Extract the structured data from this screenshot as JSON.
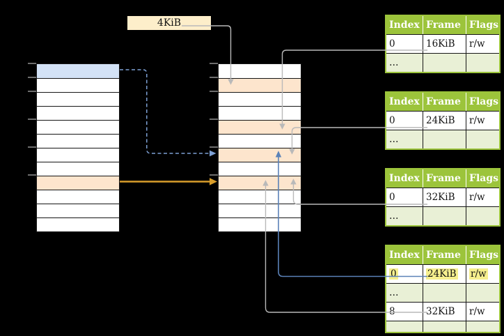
{
  "colors": {
    "bg": "#000000",
    "green": "#9cc43b",
    "green-light": "#e9f0d6",
    "row-blue": "#d3e2f6",
    "row-orange": "#fde5cd",
    "box-cream": "#fdeeca",
    "hl-yellow": "#f6ef8e",
    "arrow-gray": "#b9b9b9",
    "arrow-blue": "#5b82b8",
    "arrow-blue-dashed": "#7da0d4",
    "arrow-orange": "#d99e2b"
  },
  "page_size_box": {
    "label": "4KiB"
  },
  "memory_tables": {
    "left": {
      "row_fills": [
        "blue",
        "white",
        "white",
        "white",
        "white",
        "white",
        "white",
        "white",
        "orange",
        "white",
        "white",
        "white"
      ]
    },
    "middle": {
      "row_fills": [
        "white",
        "orange",
        "white",
        "white",
        "orange",
        "white",
        "orange",
        "white",
        "orange",
        "white",
        "white",
        "white"
      ]
    }
  },
  "frame_tables": [
    {
      "headers": [
        "Index",
        "Frame",
        "Flags"
      ],
      "rows": [
        [
          "0",
          "16KiB",
          "r/w"
        ],
        [
          "…",
          "",
          ""
        ]
      ],
      "row_fills": [
        "plain",
        "dots"
      ],
      "highlight_row": null
    },
    {
      "headers": [
        "Index",
        "Frame",
        "Flags"
      ],
      "rows": [
        [
          "0",
          "24KiB",
          "r/w"
        ],
        [
          "…",
          "",
          ""
        ]
      ],
      "row_fills": [
        "plain",
        "dots"
      ],
      "highlight_row": null
    },
    {
      "headers": [
        "Index",
        "Frame",
        "Flags"
      ],
      "rows": [
        [
          "0",
          "32KiB",
          "r/w"
        ],
        [
          "…",
          "",
          ""
        ]
      ],
      "row_fills": [
        "plain",
        "dots"
      ],
      "highlight_row": null
    },
    {
      "headers": [
        "Index",
        "Frame",
        "Flags"
      ],
      "rows": [
        [
          "0",
          "24KiB",
          "r/w"
        ],
        [
          "…",
          "",
          ""
        ],
        [
          "8",
          "32KiB",
          "r/w"
        ],
        [
          "…",
          "",
          ""
        ]
      ],
      "row_fills": [
        "plain",
        "dots",
        "plain",
        "dots"
      ],
      "highlight_row": 0
    }
  ]
}
